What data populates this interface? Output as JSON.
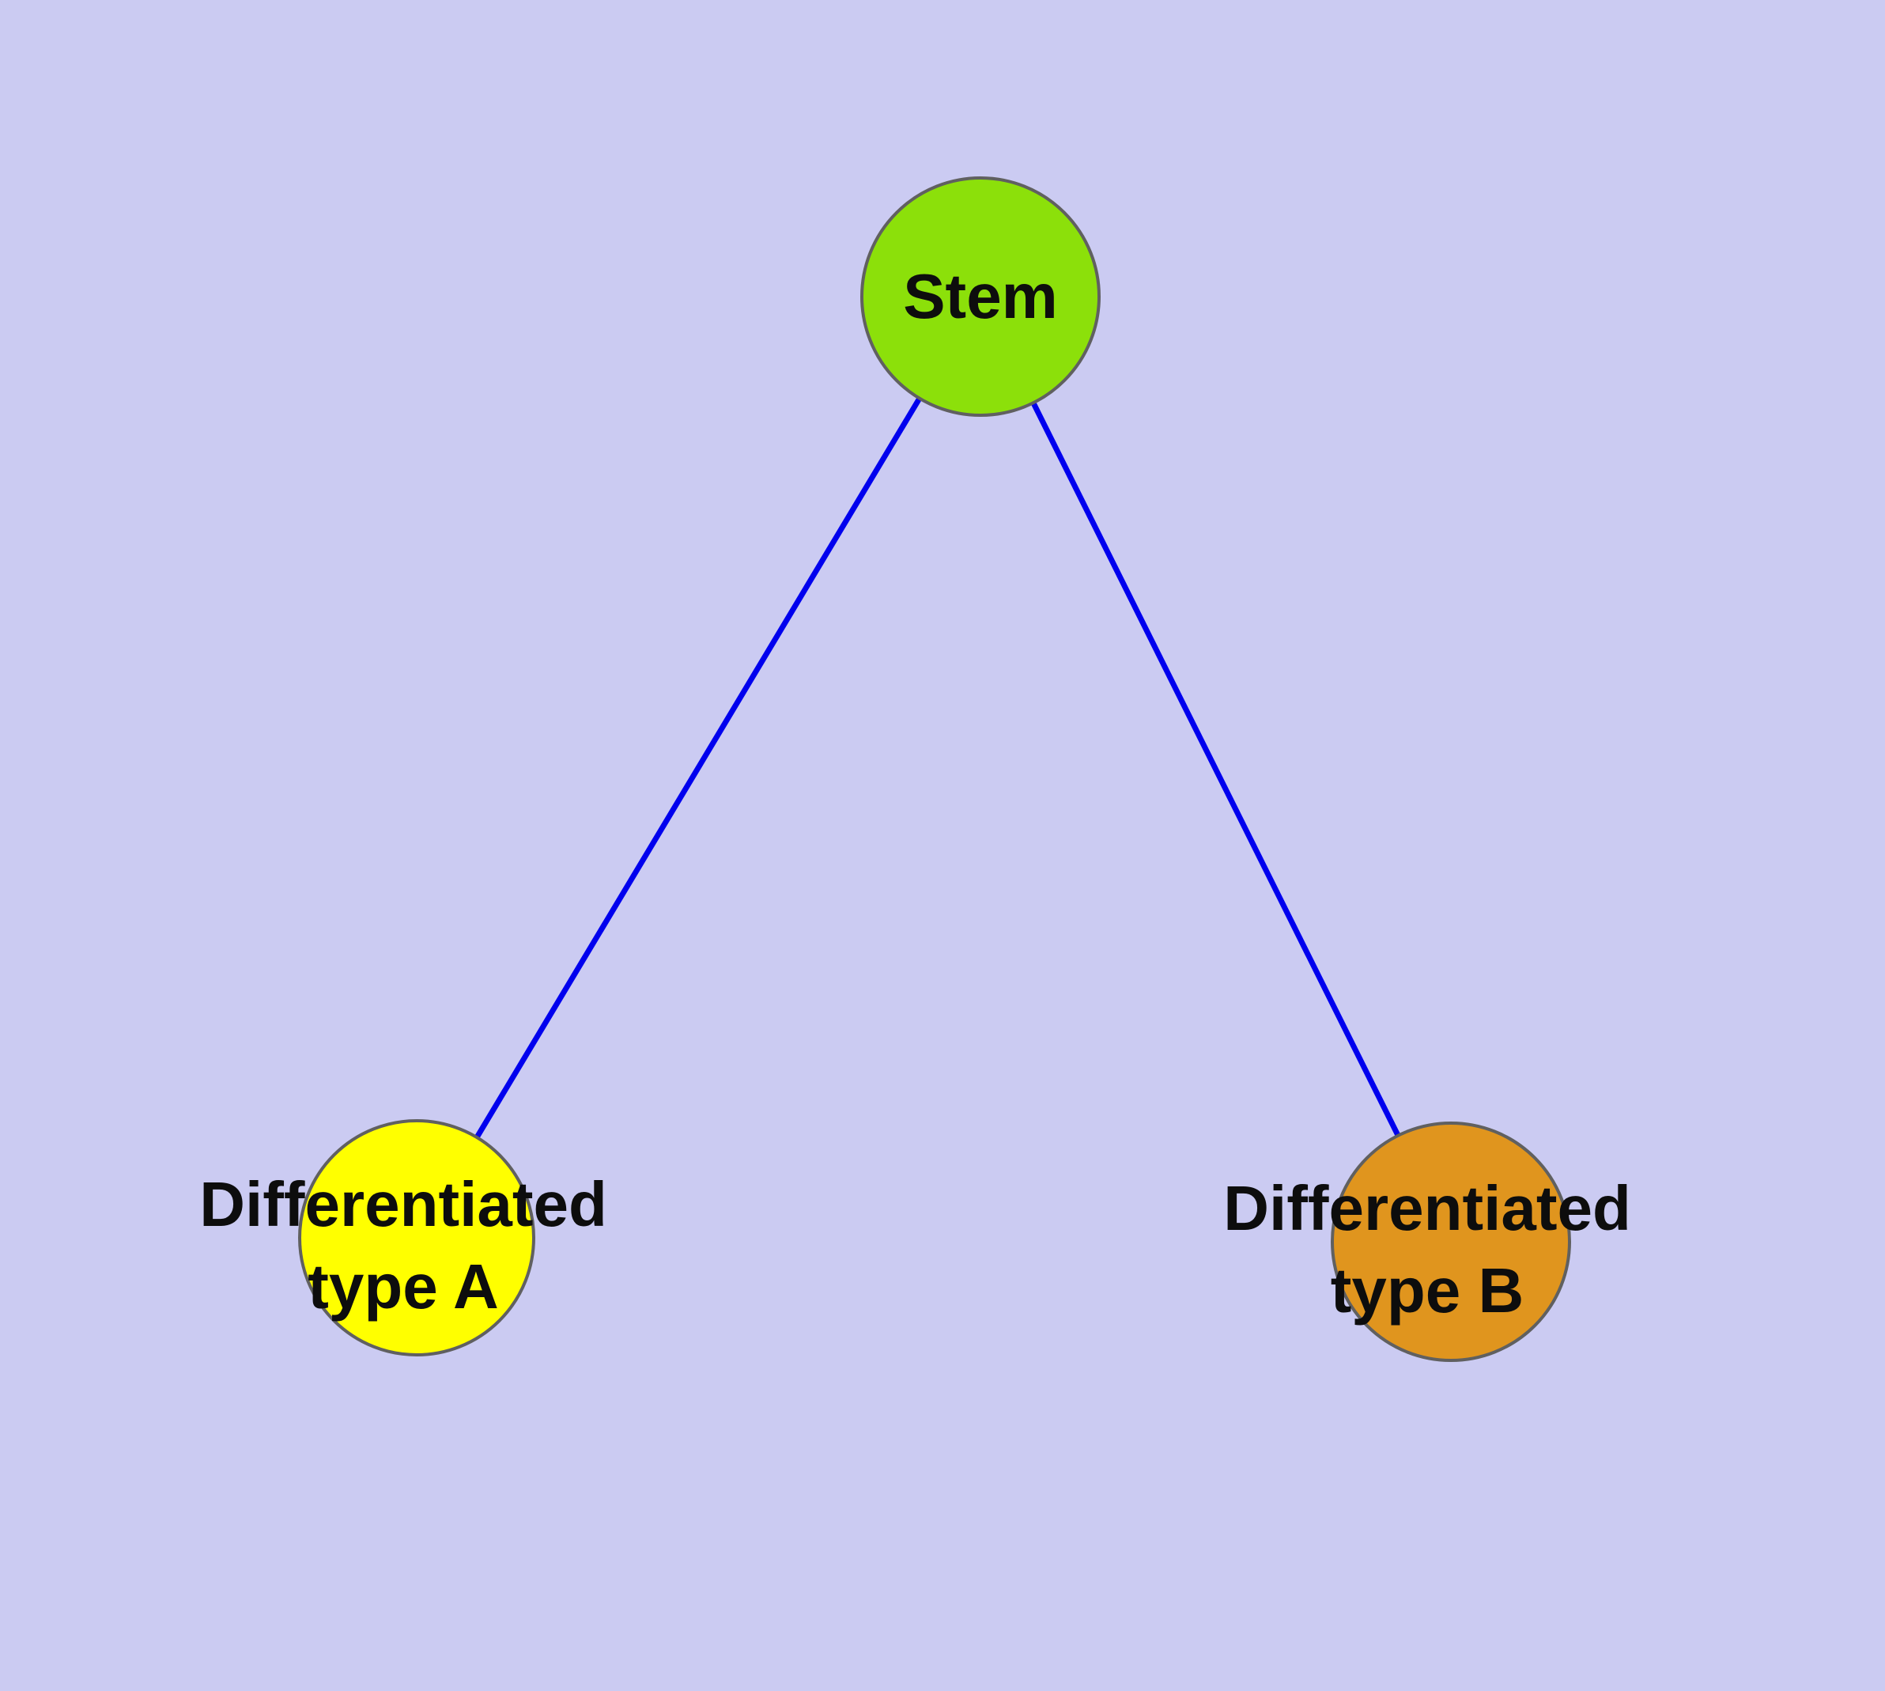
{
  "diagram": {
    "background_color": "#cbcbf2",
    "edge_color": "#0000ee",
    "node_border_color": "#606060",
    "label_color": "#0d0d0d",
    "nodes": [
      {
        "id": "stem",
        "label": "Stem",
        "color": "#8ce00a"
      },
      {
        "id": "differentiated-type-a",
        "label": "Differentiated\ntype A",
        "color": "#ffff00"
      },
      {
        "id": "differentiated-type-b",
        "label": "Differentiated\ntype B",
        "color": "#e0951e"
      }
    ],
    "edges": [
      {
        "from": "stem",
        "to": "differentiated-type-a"
      },
      {
        "from": "stem",
        "to": "differentiated-type-b"
      }
    ]
  }
}
